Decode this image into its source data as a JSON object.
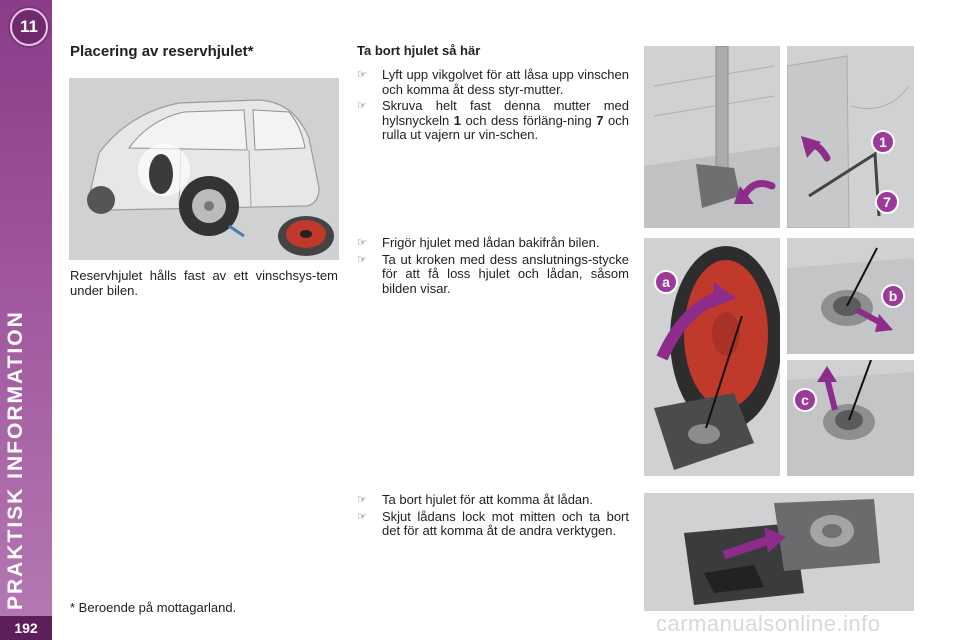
{
  "sidebar": {
    "chapter_number": "11",
    "section_title": "PRAKTISK INFORMATION",
    "page_number": "192"
  },
  "left": {
    "heading": "Placering av reservhjulet*",
    "caption": "Reservhjulet hålls fast av ett vinschsys-tem under bilen.",
    "footnote": "* Beroende på mottagarland."
  },
  "right": {
    "heading": "Ta bort hjulet så här",
    "group1": [
      {
        "text": "Lyft upp vikgolvet för att låsa upp vinschen och komma åt dess styr-mutter."
      },
      {
        "pre": "Skruva helt fast denna mutter med hylsnyckeln ",
        "b1": "1",
        "mid": " och dess förläng-ning ",
        "b2": "7",
        "post": " och rulla ut vajern ur vin-schen."
      }
    ],
    "group2": [
      {
        "text": "Frigör hjulet med lådan bakifrån bilen."
      },
      {
        "text": "Ta ut kroken med dess anslutnings-stycke för att få loss hjulet och lådan, såsom bilden visar."
      }
    ],
    "group3": [
      {
        "text": "Ta bort hjulet för att komma åt lådan."
      },
      {
        "text": "Skjut lådans lock mot mitten och ta bort det för att komma åt de andra verktygen."
      }
    ]
  },
  "labels": {
    "one": "1",
    "seven": "7",
    "a": "a",
    "b": "b",
    "c": "c"
  },
  "bullet_glyph": "☞",
  "watermark": "carmanualsonline.info",
  "colors": {
    "sidebar": "#9b4f99",
    "badge": "#6e2a6c",
    "callout": "#9b3a98",
    "arrow": "#8e2c8c",
    "wheel": "#c0392b",
    "image_bg": "#cfd1d3"
  }
}
